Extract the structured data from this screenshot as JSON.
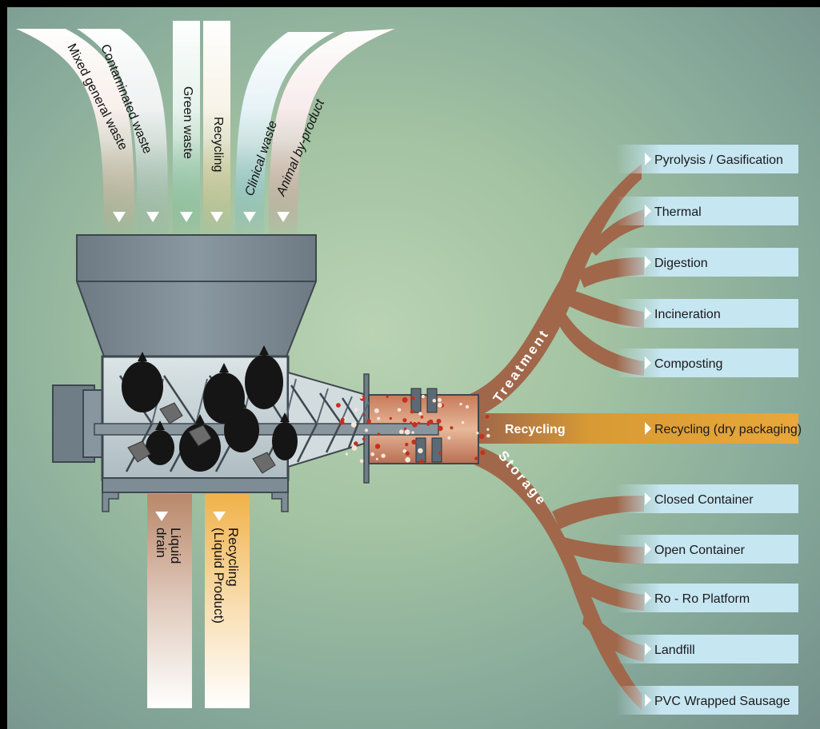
{
  "inputs": [
    {
      "label": "Mixed general waste",
      "color": "#f08a6e"
    },
    {
      "label": "Contaminated waste",
      "color": "#8fa0a6"
    },
    {
      "label": "Green waste",
      "color": "#3fae7e"
    },
    {
      "label": "Recycling",
      "color": "#f0b24a"
    },
    {
      "label": "Clinical waste",
      "color": "#3aa6e0"
    },
    {
      "label": "Animal by-product",
      "color": "#ec5a6c"
    }
  ],
  "outputs_bottom": [
    {
      "label_line1": "Liquid",
      "label_line2": "drain",
      "color": "#b9886a"
    },
    {
      "label_line1": "Recycling",
      "label_line2": "(Liquid Product)",
      "color": "#f0b24a"
    }
  ],
  "branches": {
    "treatment": "Treatment",
    "recycling": "Recycling",
    "storage": "Storage"
  },
  "treatment_outputs": [
    "Pyrolysis / Gasification",
    "Thermal",
    "Digestion",
    "Incineration",
    "Composting"
  ],
  "recycling_outputs": [
    "Recycling (dry packaging)"
  ],
  "storage_outputs": [
    "Closed Container",
    "Open Container",
    "Ro - Ro Platform",
    "Landfill",
    "PVC Wrapped Sausage"
  ],
  "colors": {
    "machine": "#7e8c96",
    "machine_dark": "#5a6670",
    "branch_brown": "#a0674a",
    "output_box": "#c6e6f2",
    "recycling_gold": "#d89a34"
  }
}
